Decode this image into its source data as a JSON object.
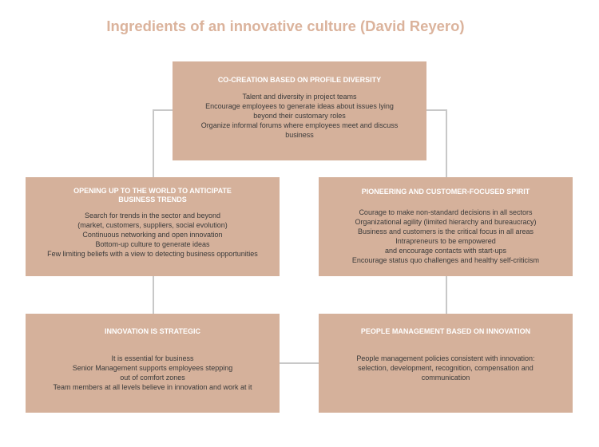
{
  "title": "Ingredients of an innovative culture (David Reyero)",
  "colors": {
    "box": "#d5b19b",
    "title": "#dbb39c",
    "connector": "#c8c8c8"
  },
  "boxes": {
    "top": {
      "heading": "CO-CREATION BASED ON PROFILE DIVERSITY",
      "lines": [
        "Talent and diversity in project teams",
        "Encourage employees to generate ideas about issues lying",
        "beyond their customary roles",
        "Organize informal forums where employees meet and discuss",
        "business"
      ]
    },
    "left": {
      "heading": [
        "OPENING UP TO THE WORLD TO ANTICIPATE",
        "BUSINESS TRENDS"
      ],
      "lines": [
        "Search for trends in the sector and beyond",
        "(market, customers, suppliers, social evolution)",
        "Continuous networking and open innovation",
        "Bottom-up culture to generate ideas",
        "Few limiting beliefs with a view to detecting business opportunities"
      ]
    },
    "right": {
      "heading": "PIONEERING AND CUSTOMER-FOCUSED SPIRIT",
      "lines": [
        "Courage to make non-standard decisions in all sectors",
        "Organizational agility (limited hierarchy and bureaucracy)",
        "Business and customers is the critical focus in all areas",
        "Intrapreneurs to be empowered",
        "and encourage contacts with start-ups",
        "Encourage status quo challenges and healthy self-criticism"
      ]
    },
    "bottom_left": {
      "heading": "INNOVATION IS STRATEGIC",
      "lines": [
        "It is essential for business",
        "Senior Management supports employees stepping",
        "out of comfort zones",
        "Team members at all levels believe in innovation and work at it"
      ]
    },
    "bottom_right": {
      "heading": "PEOPLE MANAGEMENT BASED ON INNOVATION",
      "lines": [
        "People management policies consistent with innovation:",
        "selection, development, recognition, compensation and",
        "communication"
      ]
    }
  }
}
